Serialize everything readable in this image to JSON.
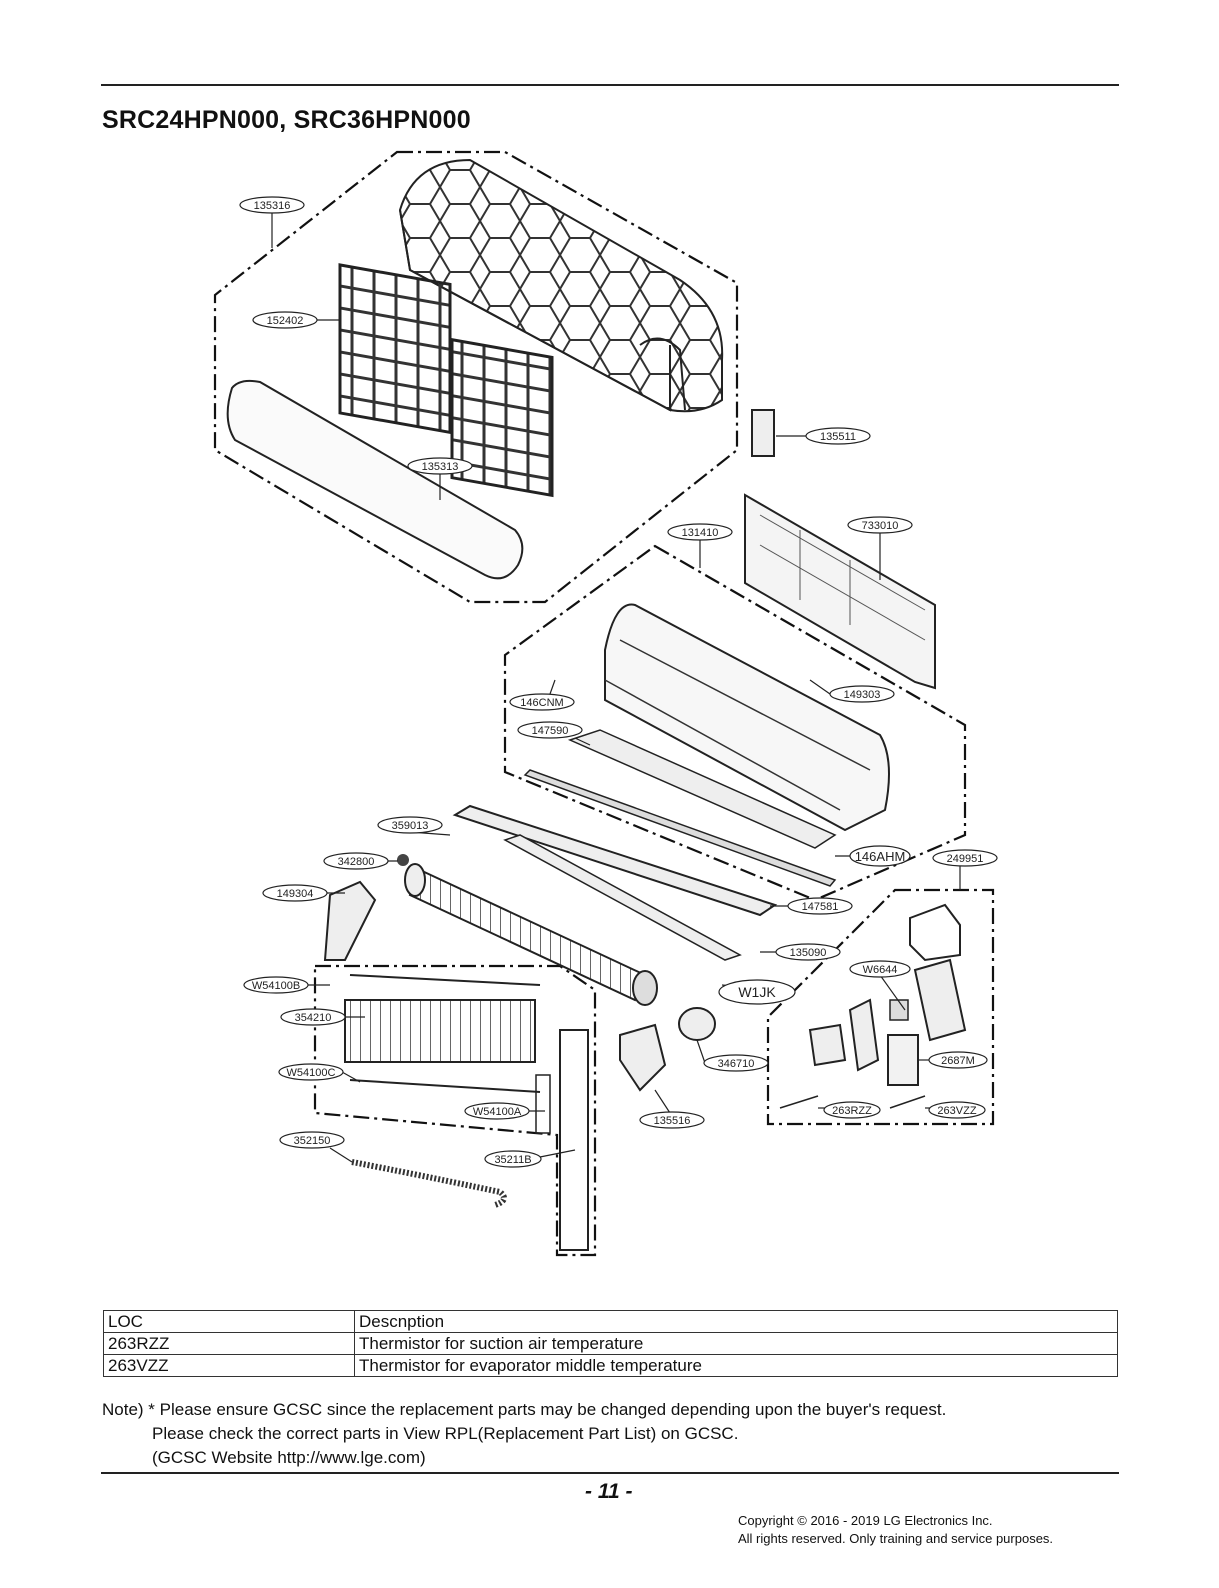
{
  "title": "SRC24HPN000, SRC36HPN000",
  "parts": {
    "p135316": "135316",
    "p152402": "152402",
    "p135313": "135313",
    "p135511": "135511",
    "p131410": "131410",
    "p733010": "733010",
    "p146CNM": "146CNM",
    "p149303": "149303",
    "p147590": "147590",
    "p359013": "359013",
    "p342800": "342800",
    "p146AHM": "146AHM",
    "p249951": "249951",
    "p149304": "149304",
    "p147581": "147581",
    "p135090": "135090",
    "pW6644": "W6644",
    "pW1JK": "W1JK",
    "pW54100B": "W54100B",
    "p354210": "354210",
    "p346710": "346710",
    "p2687M": "2687M",
    "pW54100C": "W54100C",
    "p263RZZ": "263RZZ",
    "p263VZZ": "263VZZ",
    "pW54100A": "W54100A",
    "p135516": "135516",
    "p352150": "352150",
    "p35211B": "35211B"
  },
  "table": {
    "headers": [
      "LOC",
      "Descnption"
    ],
    "rows": [
      [
        "263RZZ",
        "Thermistor for suction air temperature"
      ],
      [
        "263VZZ",
        "Thermistor for evaporator middle temperature"
      ]
    ]
  },
  "note": {
    "line1": "Note) * Please ensure GCSC since the replacement parts may be changed depending upon the buyer's request.",
    "line2": "Please check  the correct parts in View RPL(Replacement Part List) on GCSC.",
    "line3": "(GCSC Website  http://www.lge.com)"
  },
  "footer": {
    "page": "- 11 -",
    "copyright1": "Copyright © 2016 - 2019 LG Electronics Inc.",
    "copyright2": "All rights reserved. Only training and service purposes."
  }
}
